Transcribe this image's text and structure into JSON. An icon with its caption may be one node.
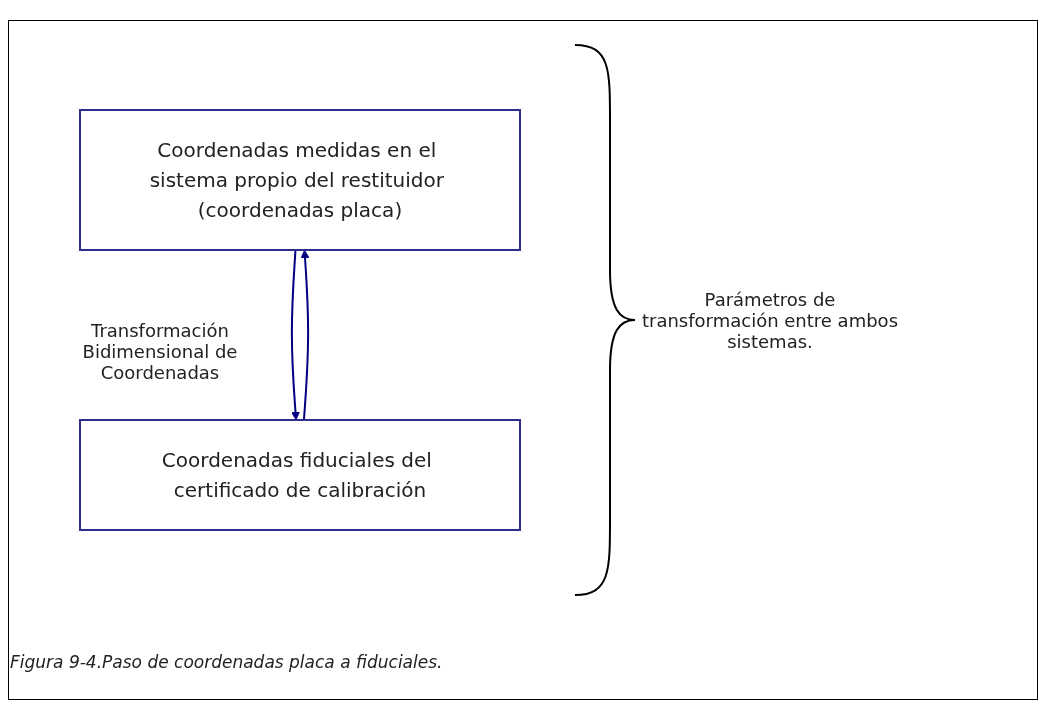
{
  "diagram": {
    "caption": "Figura 9-4.Paso de coordenadas placa a fiduciales.",
    "nodes": [
      {
        "text": [
          "Coordenadas medidas en el sistema propio del restituidor (coordenadas placa)"
        ]
      },
      {
        "text": [
          "Coordenadas fiduciales del certificado de calibración"
        ]
      }
    ],
    "edges": [
      {
        "from": 0,
        "to": 1,
        "arrow": "to"
      },
      {
        "from": 1,
        "to": 0,
        "arrow": "to"
      }
    ],
    "labels": [
      "Transformación Bidimensional de Coordenadas",
      "Parámetros de transformación entre ambos sistemas."
    ]
  }
}
